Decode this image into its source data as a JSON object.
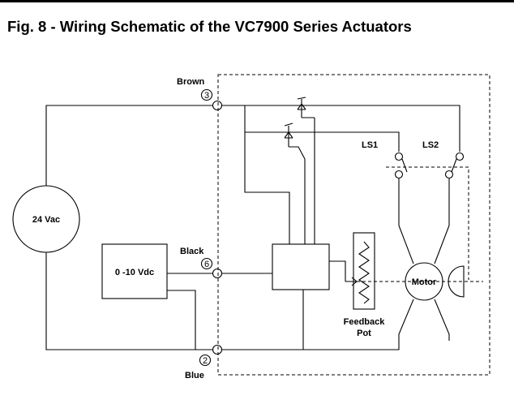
{
  "title": "Fig. 8 - Wiring Schematic of the VC7900 Series Actuators",
  "terminals": {
    "brown": {
      "label": "Brown",
      "number": "3"
    },
    "black": {
      "label": "Black",
      "number": "6"
    },
    "blue": {
      "label": "Blue",
      "number": "2"
    }
  },
  "power_supply": {
    "label": "24 Vac"
  },
  "control_signal": {
    "label": "0 -10  Vdc"
  },
  "limit_switches": [
    "LS1",
    "LS2"
  ],
  "motor": {
    "label": "Motor"
  },
  "feedback": {
    "line1": "Feedback",
    "line2": "Pot"
  },
  "colors": {
    "line": "#000000",
    "background": "#ffffff"
  }
}
